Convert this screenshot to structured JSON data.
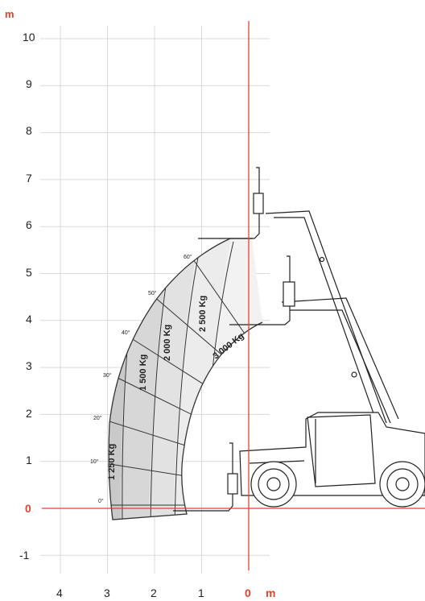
{
  "chart_data": {
    "type": "load-chart",
    "units": {
      "y": "m",
      "x": "m"
    },
    "y_ticks": [
      "10",
      "9",
      "8",
      "7",
      "6",
      "5",
      "4",
      "3",
      "2",
      "1",
      "0",
      "-1"
    ],
    "x_ticks": [
      "4",
      "3",
      "2",
      "1",
      "0"
    ],
    "ylim": [
      -1,
      10
    ],
    "xlim": [
      4,
      0
    ],
    "grid": true,
    "load_zones": [
      {
        "label": "1 250 Kg"
      },
      {
        "label": "1 500 Kg"
      },
      {
        "label": "2 000 Kg"
      },
      {
        "label": "2 500 Kg"
      },
      {
        "label": "3 000 Kg"
      }
    ],
    "boom_angles": [
      "0°",
      "10°",
      "20°",
      "30°",
      "40°",
      "50°",
      "60°"
    ],
    "colors": {
      "axis": "#e5412d",
      "zone_dark": "#bdbdbd",
      "zone_light": "#e6e6e6",
      "outline": "#333333"
    }
  }
}
